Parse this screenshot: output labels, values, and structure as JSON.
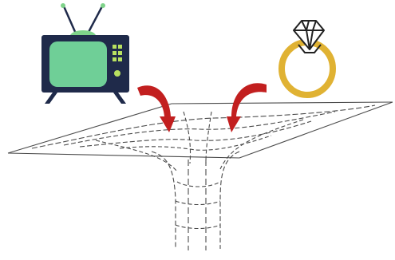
{
  "diagram": {
    "colors": {
      "background": "#ffffff",
      "tv_body": "#1f2a4a",
      "tv_screen": "#6fcf97",
      "tv_knobs": "#b8e060",
      "tv_antenna_tip": "#7fd38a",
      "ring_band": "#e0b233",
      "ring_gem_outline": "#222222",
      "arrow": "#c21f1f",
      "funnel_line": "#4a4a4a"
    },
    "objects": [
      {
        "name": "television",
        "icon": "tv-icon"
      },
      {
        "name": "ring",
        "icon": "diamond-ring-icon"
      },
      {
        "name": "left-arrow",
        "icon": "curved-arrow-icon"
      },
      {
        "name": "right-arrow",
        "icon": "curved-arrow-icon"
      },
      {
        "name": "funnel",
        "icon": "funnel-icon"
      }
    ]
  }
}
